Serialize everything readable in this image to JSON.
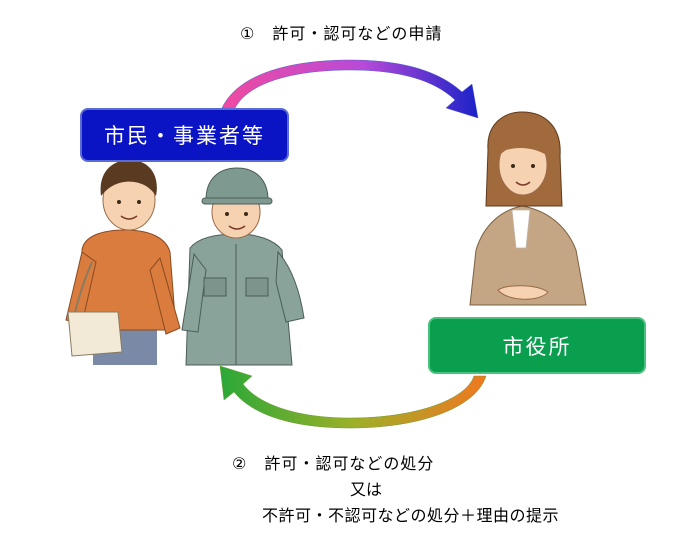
{
  "flow": {
    "step1": "①　許可・認可などの申請",
    "step2_line1": "②　許可・認可などの処分",
    "step2_line2": "又は",
    "step2_line3": "不許可・不認可などの処分＋理由の提示"
  },
  "actors": {
    "citizens": "市民・事業者等",
    "city_hall": "市役所"
  },
  "colors": {
    "citizens_box": "#0a14c4",
    "city_hall_box": "#0a9e4f",
    "arrow_top_start": "#f04aa0",
    "arrow_top_end": "#1a22c8",
    "arrow_bottom_start": "#f07820",
    "arrow_bottom_end": "#2aa838"
  },
  "icons": {
    "citizen_figures": "man-with-bag-and-worker-in-helmet-illustration",
    "official_figure": "woman-in-suit-illustration"
  }
}
